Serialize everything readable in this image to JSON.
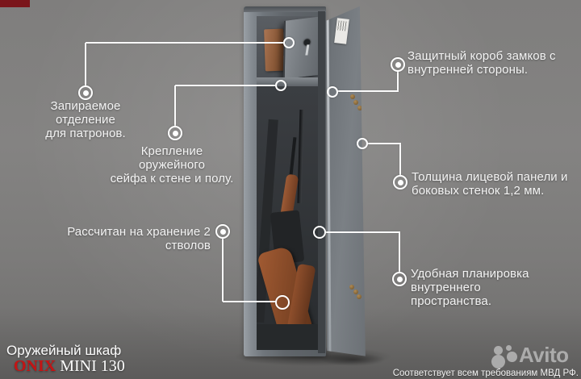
{
  "callouts": {
    "ammo": {
      "lines": [
        "Запираемое отделение",
        "для патронов."
      ]
    },
    "mount": {
      "lines": [
        "Крепление оружейного",
        "сейфа к стене и полу."
      ]
    },
    "capacity": {
      "lines": [
        "Рассчитан на хранение 2 стволов"
      ]
    },
    "lockbox": {
      "lines": [
        "Защитный короб  замков с",
        "внутренней стороны."
      ]
    },
    "thickness": {
      "lines": [
        "Толщина лицевой панели и",
        "боковых стенок 1,2 мм."
      ]
    },
    "layout": {
      "lines": [
        "Удобная планировка внутреннего",
        "пространства."
      ]
    }
  },
  "title": {
    "line1": "Оружейный шкаф",
    "brand": "ONIX",
    "model": " MINI 130"
  },
  "watermark": {
    "brand": "Avito",
    "note": "Соответствует всем требованиям МВД РФ."
  },
  "colors": {
    "accent_red": "#c41414",
    "line_white": "#fbfbfb",
    "background_gray": "#7f7e7d"
  }
}
